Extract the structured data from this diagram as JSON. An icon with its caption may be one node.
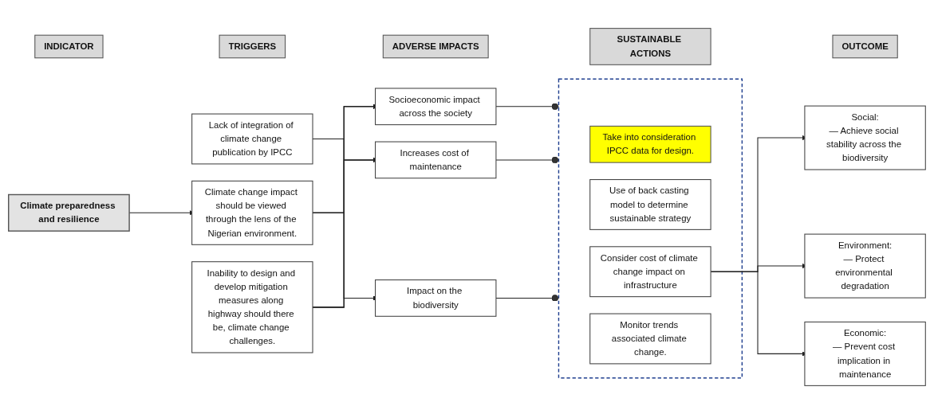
{
  "diagram": {
    "nodes": [
      {
        "text": [
          "INDICATOR"
        ]
      },
      {
        "text": [
          "TRIGGERS"
        ]
      },
      {
        "text": [
          "ADVERSE IMPACTS"
        ]
      },
      {
        "text": [
          "SUSTAINABLE ACTIONS"
        ]
      },
      {
        "text": [
          "OUTCOME"
        ]
      },
      {
        "text": [
          "Climate preparedness and resilience"
        ]
      },
      {
        "text": [
          "Lack of integration of climate change publication by IPCC"
        ]
      },
      {
        "text": [
          "Climate change impact should be viewed through the lens of the Nigerian environment."
        ]
      },
      {
        "text": [
          "Inability to design and develop mitigation measures along highway should there be, climate change challenges."
        ]
      },
      {
        "text": [
          "Socioeconomic impact across the society"
        ]
      },
      {
        "text": [
          "Increases cost of maintenance"
        ]
      },
      {
        "text": [
          "Impact on the biodiversity"
        ]
      },
      {
        "text": [],
        "shape": "box"
      },
      {
        "text": [
          "Take into consideration IPCC data for design."
        ],
        "in": 12
      },
      {
        "text": [
          "Use of back casting model to determine sustainable strategy"
        ],
        "in": 12
      },
      {
        "text": [
          "Consider cost of climate change impact on infrastructure"
        ],
        "in": 12
      },
      {
        "text": [
          "Monitor trends associated climate change."
        ],
        "in": 12
      },
      {
        "text": [
          "Social:",
          "— Achieve social stability across the biodiversity"
        ]
      },
      {
        "text": [
          "Environment:",
          "— Protect environmental degradation"
        ]
      },
      {
        "text": [
          "Economic:",
          "— Prevent cost implication in maintenance"
        ]
      }
    ],
    "edges": [
      {
        "from": 5,
        "to": 7,
        "arrow": "to"
      },
      {
        "from": 6,
        "to": 9,
        "arrow": "to"
      },
      {
        "from": 6,
        "to": 10,
        "arrow": "to"
      },
      {
        "from": 6,
        "to": 11,
        "arrow": "to"
      },
      {
        "from": 7,
        "to": 9,
        "arrow": "to"
      },
      {
        "from": 7,
        "to": 10,
        "arrow": "to"
      },
      {
        "from": 7,
        "to": 11,
        "arrow": "to"
      },
      {
        "from": 8,
        "to": 9,
        "arrow": "to"
      },
      {
        "from": 8,
        "to": 10,
        "arrow": "to"
      },
      {
        "from": 8,
        "to": 11,
        "arrow": "to"
      },
      {
        "from": 9,
        "to": 12,
        "arrow": "other"
      },
      {
        "from": 10,
        "to": 12,
        "arrow": "other"
      },
      {
        "from": 11,
        "to": 12,
        "arrow": "other"
      },
      {
        "from": 15,
        "to": 17,
        "arrow": "to"
      },
      {
        "from": 15,
        "to": 18,
        "arrow": "to"
      },
      {
        "from": 15,
        "to": 19,
        "arrow": "to"
      }
    ]
  }
}
